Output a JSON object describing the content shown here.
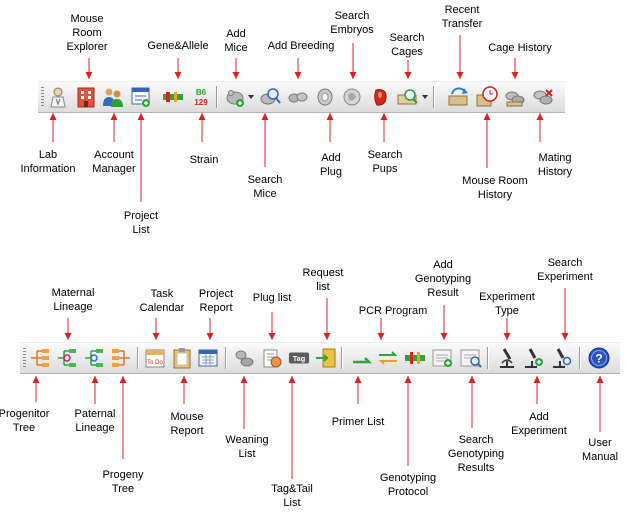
{
  "toolbar1": {
    "labels": {
      "lab_information": "Lab\nInformation",
      "mouse_room_explorer": "Mouse\nRoom\nExplorer",
      "account_manager": "Account\nManager",
      "project_list": "Project\nList",
      "gene_allele": "Gene&Allele",
      "strain": "Strain",
      "strain_icon_top": "B6",
      "strain_icon_bottom": "129",
      "add_mice": "Add\nMice",
      "search_mice": "Search\nMice",
      "add_breeding": "Add Breeding",
      "add_plug": "Add\nPlug",
      "search_embryos": "Search\nEmbryos",
      "search_pups": "Search\nPups",
      "search_cages": "Search\nCages",
      "recent_transfer": "Recent\nTransfer",
      "mouse_room_history": "Mouse Room\nHistory",
      "cage_history": "Cage History",
      "mating_history": "Mating History"
    }
  },
  "toolbar2": {
    "labels": {
      "progenitor_tree": "Progenitor\nTree",
      "maternal_lineage": "Maternal\nLineage",
      "paternal_lineage": "Paternal\nLineage",
      "progeny_tree": "Progeny\nTree",
      "task_calendar": "Task\nCalendar",
      "task_calendar_icon_text": "To Do",
      "mouse_report": "Mouse\nReport",
      "project_report": "Project\nReport",
      "weaning_list": "Weaning\nList",
      "plug_list": "Plug list",
      "tag_tail_list": "Tag&Tail\nList",
      "tag_icon_text": "Tag",
      "request_list": "Request\nlist",
      "primer_list": "Primer List",
      "pcr_program": "PCR Program",
      "genotyping_protocol": "Genotyping\nProtocol",
      "add_genotyping_result": "Add\nGenotyping\nResult",
      "search_genotyping_results": "Search\nGenotyping\nResults",
      "experiment_type": "Experiment\nType",
      "add_experiment": "Add\nExperiment",
      "search_experiment": "Search\nExperiment",
      "user_manual": "User\nManual"
    }
  },
  "colors": {
    "arrow": "#e02020",
    "toolbar_top": "#fbfbfb",
    "toolbar_bottom": "#dcdcdc"
  }
}
